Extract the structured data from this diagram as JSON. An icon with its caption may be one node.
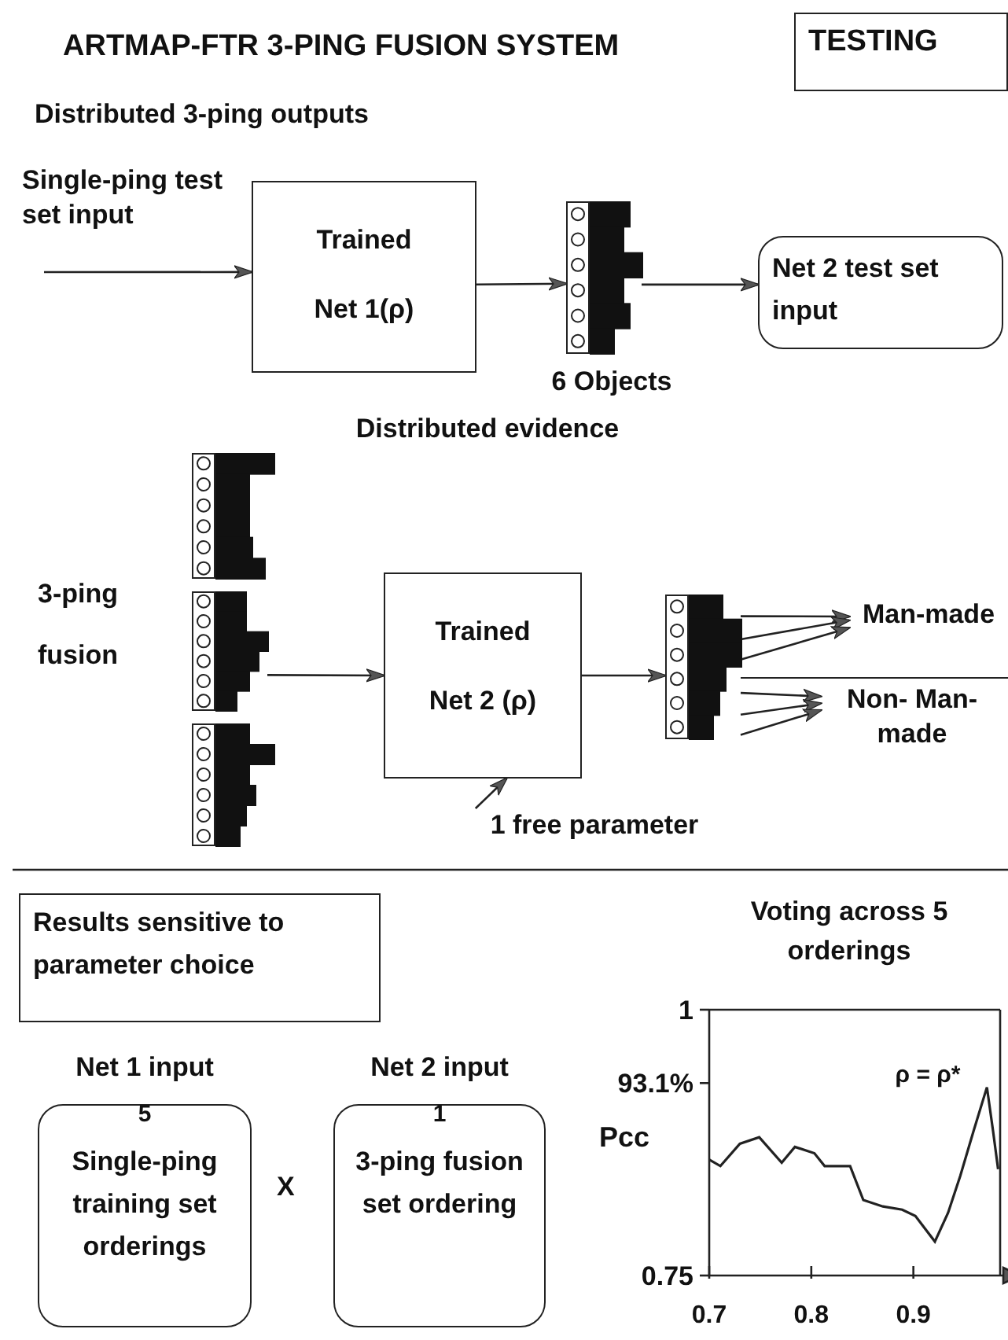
{
  "diagram": {
    "title": "ARTMAP-FTR 3-PING FUSION SYSTEM",
    "nodes": [
      {
        "text": [
          "TESTING"
        ]
      },
      {
        "text": [
          "Trained",
          "Net 1(ρ)"
        ]
      },
      {
        "text": [],
        "shape": "picture",
        "beside": [
          "6 Objects"
        ]
      },
      {
        "text": [
          "Net 2 test set input"
        ]
      },
      {
        "text": [],
        "shape": "picture"
      },
      {
        "text": [],
        "shape": "picture"
      },
      {
        "text": [],
        "shape": "picture"
      },
      {
        "text": [
          "Trained",
          "Net 2 (ρ)"
        ]
      },
      {
        "text": [],
        "shape": "picture"
      },
      {
        "text": [
          "Man-made"
        ]
      },
      {
        "text": [
          "Non- Man-made"
        ]
      },
      {
        "text": [
          "1 free parameter"
        ]
      },
      {
        "text": [
          "Results sensitive to parameter choice"
        ]
      },
      {
        "text": [
          "5",
          "Single-ping training set orderings"
        ],
        "beside": [
          "Net 1 input"
        ]
      },
      {
        "text": [
          "1",
          "3-ping fusion set ordering"
        ],
        "beside": [
          "Net 2 input"
        ]
      }
    ],
    "edges": [
      {
        "from": null,
        "to": 1,
        "arrow": "to"
      },
      {
        "from": 1,
        "to": 2,
        "arrow": "to"
      },
      {
        "from": 2,
        "to": 3,
        "arrow": "to"
      },
      {
        "from": 5,
        "to": 7,
        "arrow": "to"
      },
      {
        "from": 7,
        "to": 8,
        "arrow": "to"
      },
      {
        "from": 8,
        "to": 9,
        "arrow": "to"
      },
      {
        "from": 8,
        "to": 9,
        "arrow": "to"
      },
      {
        "from": 8,
        "to": 9,
        "arrow": "to"
      },
      {
        "from": 8,
        "to": 10,
        "arrow": "to"
      },
      {
        "from": 8,
        "to": 10,
        "arrow": "to"
      },
      {
        "from": 8,
        "to": 10,
        "arrow": "to"
      },
      {
        "from": 11,
        "to": 7,
        "arrow": "to"
      }
    ],
    "labels": [
      "Distributed 3-ping outputs",
      "Single-ping test set input",
      "Distributed evidence",
      "3-ping fusion",
      "X"
    ],
    "chart_data": {
      "type": "line",
      "title": "Voting across 5 orderings",
      "ylabel": "Pcc",
      "x": [
        0.7,
        0.711,
        0.73,
        0.749,
        0.771,
        0.784,
        0.803,
        0.813,
        0.838,
        0.851,
        0.87,
        0.889,
        0.902,
        0.921,
        0.934,
        0.946,
        0.959,
        0.972,
        0.978,
        0.983
      ],
      "series": [
        {
          "values": [
            0.859,
            0.853,
            0.874,
            0.88,
            0.856,
            0.871,
            0.865,
            0.853,
            0.853,
            0.821,
            0.815,
            0.812,
            0.806,
            0.782,
            0.809,
            0.844,
            0.886,
            0.927,
            0.886,
            0.85
          ]
        }
      ],
      "xlim": [
        0.7,
        0.985
      ],
      "ylim": [
        0.75,
        1
      ],
      "xticks": [
        0.7,
        0.8,
        0.9
      ],
      "yticks": [
        {
          "value": 0.75,
          "label": "0.75"
        },
        {
          "value": 0.931,
          "label": "93.1%"
        },
        {
          "value": 1,
          "label": "1"
        }
      ],
      "annotations": [
        "ρ = ρ*"
      ]
    }
  }
}
